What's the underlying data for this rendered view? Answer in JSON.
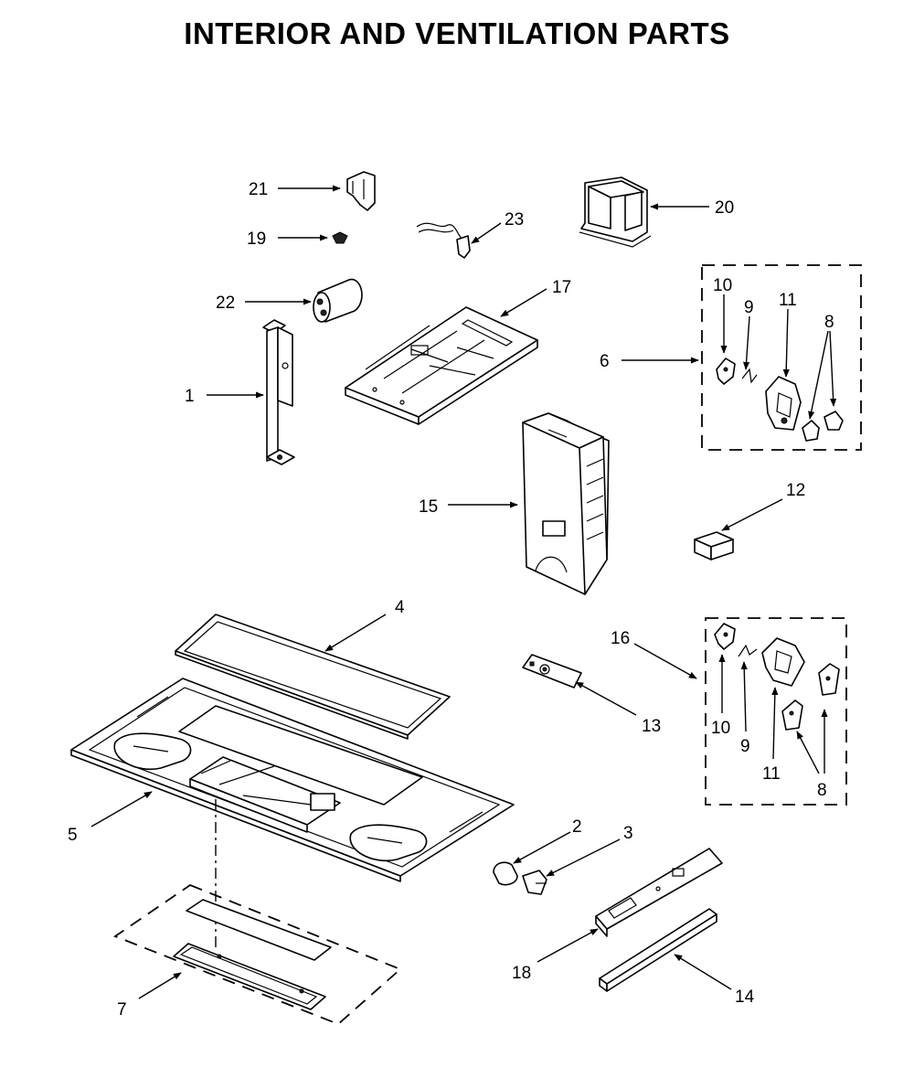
{
  "title": "INTERIOR AND VENTILATION PARTS",
  "callouts": {
    "c1": "1",
    "c2": "2",
    "c3": "3",
    "c4": "4",
    "c5": "5",
    "c6": "6",
    "c7": "7",
    "c8a": "8",
    "c8b": "8",
    "c9a": "9",
    "c9b": "9",
    "c10a": "10",
    "c10b": "10",
    "c11a": "11",
    "c11b": "11",
    "c12": "12",
    "c13": "13",
    "c14": "14",
    "c15": "15",
    "c16": "16",
    "c17": "17",
    "c18": "18",
    "c19": "19",
    "c20": "20",
    "c21": "21",
    "c22": "22",
    "c23": "23"
  }
}
